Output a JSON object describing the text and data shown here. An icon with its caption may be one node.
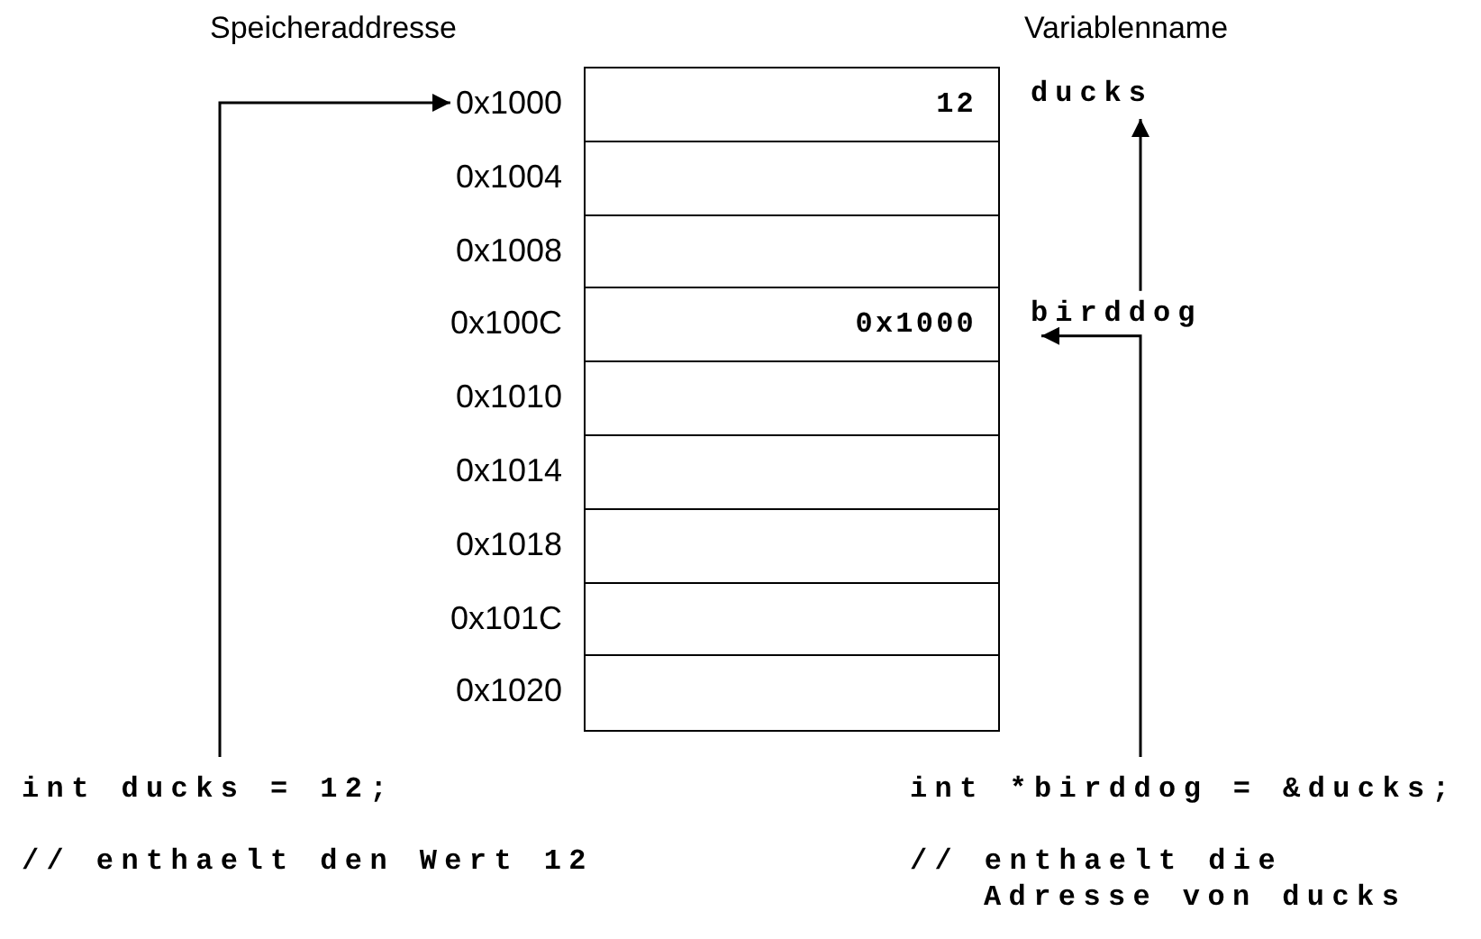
{
  "diagram": {
    "nodes": [
      {
        "text": [
          "0x1000"
        ]
      },
      {
        "text": [
          "12"
        ]
      },
      {
        "text": [
          "ducks"
        ]
      },
      {
        "text": [],
        "shape": "box"
      },
      {
        "text": [],
        "shape": "box"
      },
      {
        "text": [
          "0x1000"
        ]
      },
      {
        "text": [
          "birddog"
        ]
      },
      {
        "text": [],
        "shape": "box"
      },
      {
        "text": [],
        "shape": "box"
      },
      {
        "text": [],
        "shape": "box"
      },
      {
        "text": [],
        "shape": "box"
      },
      {
        "text": [],
        "shape": "box"
      },
      {
        "text": [
          "int ducks = 12;"
        ],
        "beside": [
          "// enthaelt den Wert 12"
        ]
      },
      {
        "text": [
          "int *birddog = &ducks;"
        ],
        "beside": [
          "// enthaelt die Adresse von ducks"
        ]
      }
    ],
    "edges": [
      {
        "from": 12,
        "to": 0,
        "arrow": "to"
      },
      {
        "from": 13,
        "to": 6,
        "arrow": "to"
      },
      {
        "from": 6,
        "to": 2,
        "arrow": "to"
      }
    ],
    "labels": [
      "Speicheraddresse",
      "Variablenname",
      "0x1004",
      "0x1008",
      "0x100C",
      "0x1010",
      "0x1014",
      "0x1018",
      "0x101C",
      "0x1020"
    ]
  }
}
